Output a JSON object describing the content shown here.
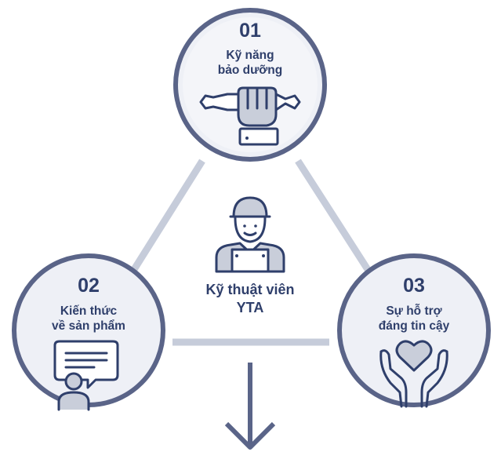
{
  "nodes": [
    {
      "number": "01",
      "line1": "Kỹ năng",
      "line2": "bảo dưỡng",
      "icon": "wrench-hand-icon"
    },
    {
      "number": "02",
      "line1": "Kiến thức",
      "line2": "về sản phẩm",
      "icon": "chat-person-icon"
    },
    {
      "number": "03",
      "line1": "Sự hỗ trợ",
      "line2": "đáng tin cậy",
      "icon": "heart-hands-icon"
    }
  ],
  "center": {
    "line1": "Kỹ thuật viên",
    "line2": "YTA",
    "icon": "technician-icon"
  },
  "colors": {
    "text": "#2f3f6b",
    "ring": "#5a6488",
    "connector": "#c6ccda",
    "fill": "#eef0f6",
    "icon_fill": "#c9ceda"
  }
}
